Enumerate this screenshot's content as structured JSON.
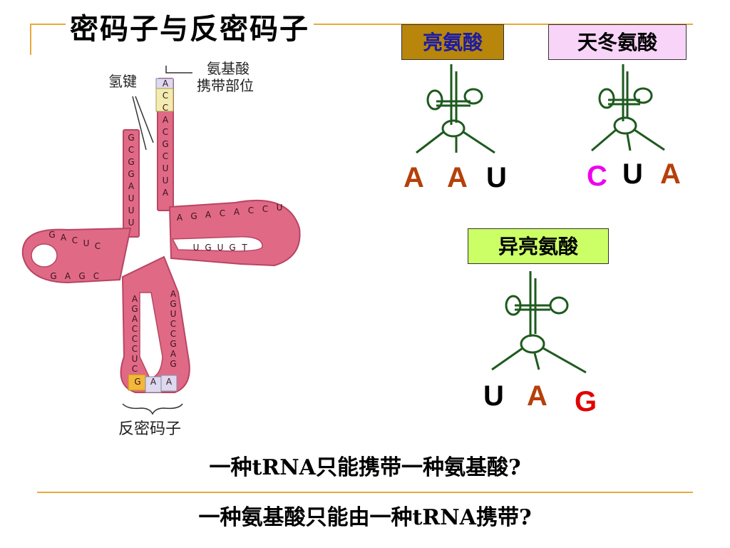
{
  "slide": {
    "title": "密码子与反密码子"
  },
  "trna_figure": {
    "hydrogen_bond_label": "氢键",
    "amino_acid_site_label_line1": "氨基酸",
    "amino_acid_site_label_line2": "携带部位",
    "anticodon_label": "反密码子",
    "acceptor_bases": [
      "A",
      "C",
      "C",
      "A",
      "C",
      "G",
      "C",
      "U",
      "U",
      "A"
    ],
    "left_stem_bases": [
      "G",
      "C",
      "G",
      "G",
      "A",
      "U",
      "U",
      "U"
    ],
    "left_loop_bases": [
      "G",
      "A",
      "C",
      "U",
      "C"
    ],
    "left_loop_lower": [
      "G",
      "A",
      "G",
      "C"
    ],
    "right_loop_bases": [
      "A",
      "G",
      "A",
      "C",
      "A",
      "C",
      "C",
      "U"
    ],
    "right_inner_bases": [
      "U",
      "G",
      "U",
      "G",
      "T"
    ],
    "anticodon_stem_left": [
      "A",
      "G",
      "A",
      "C",
      "C",
      "C",
      "U",
      "C"
    ],
    "anticodon_stem_right": [
      "A",
      "G",
      "U",
      "C",
      "C",
      "G",
      "A",
      "G"
    ],
    "anticodon_bases": [
      "G",
      "A",
      "A"
    ]
  },
  "amino_acids": [
    {
      "name": "亮氨酸",
      "bg": "#b8860b",
      "fg": "#1a1aa6",
      "anticodon": [
        {
          "base": "A",
          "color": "#b5400a"
        },
        {
          "base": "A",
          "color": "#b5400a"
        },
        {
          "base": "U",
          "color": "#000000"
        }
      ]
    },
    {
      "name": "天冬氨酸",
      "bg": "#f8d4f8",
      "fg": "#000000",
      "anticodon": [
        {
          "base": "C",
          "color": "#ee00ee"
        },
        {
          "base": "U",
          "color": "#000000"
        },
        {
          "base": "A",
          "color": "#b5400a"
        }
      ]
    },
    {
      "name": "异亮氨酸",
      "bg": "#ccff66",
      "fg": "#000000",
      "anticodon": [
        {
          "base": "U",
          "color": "#000000"
        },
        {
          "base": "A",
          "color": "#b5400a"
        },
        {
          "base": "G",
          "color": "#e00000"
        }
      ]
    }
  ],
  "questions": {
    "q1": "一种tRNA只能携带一种氨基酸?",
    "q2": "一种氨基酸只能由一种tRNA携带?"
  },
  "colors": {
    "accent_line": "#e8a93c",
    "trna_fill": "#e06a86",
    "trna_dark": "#b84562",
    "icon_green": "#1e5a1e"
  }
}
